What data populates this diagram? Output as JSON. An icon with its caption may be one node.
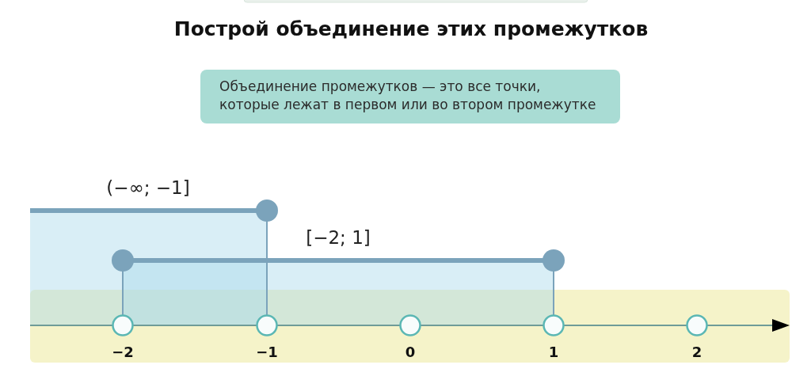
{
  "diagram": {
    "title": "Построй объединение этих промежутков",
    "nodes": [
      {
        "text": [
          "Объединение промежутков — это все точки, которые лежат в первом или во втором промежутке"
        ]
      }
    ],
    "labels": [
      "(−∞; −1]",
      "[−2; 1]",
      "−2",
      "−1",
      "0",
      "1",
      "2"
    ]
  }
}
